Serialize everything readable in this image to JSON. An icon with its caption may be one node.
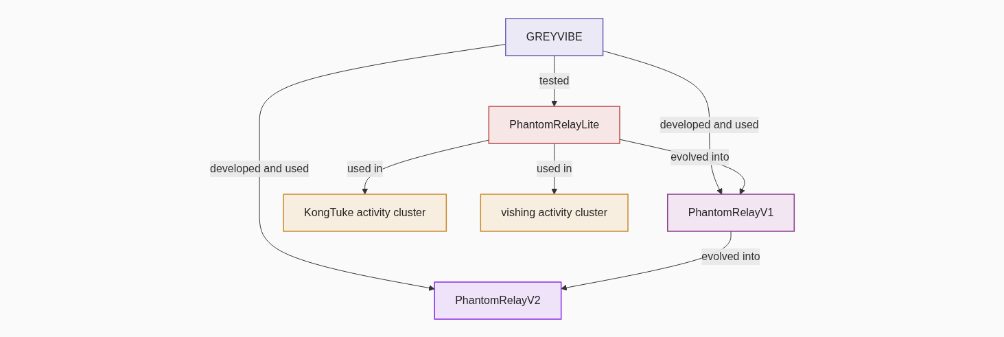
{
  "diagram": {
    "nodes": [
      {
        "text": [
          "GREYVIBE"
        ]
      },
      {
        "text": [
          "PhantomRelayLite"
        ]
      },
      {
        "text": [
          "PhantomRelayV1"
        ]
      },
      {
        "text": [
          "PhantomRelayV2"
        ]
      },
      {
        "text": [
          "KongTuke activity cluster"
        ]
      },
      {
        "text": [
          "vishing activity cluster"
        ]
      }
    ],
    "edges": [
      {
        "from": 0,
        "to": 1,
        "arrow": "to",
        "label": "tested"
      },
      {
        "from": 0,
        "to": 2,
        "arrow": "to",
        "label": "developed and used"
      },
      {
        "from": 0,
        "to": 3,
        "arrow": "to",
        "label": "developed and used"
      },
      {
        "from": 1,
        "to": 2,
        "arrow": "to",
        "label": "evolved into"
      },
      {
        "from": 2,
        "to": 3,
        "arrow": "to",
        "label": "evolved into"
      },
      {
        "from": 1,
        "to": 4,
        "arrow": "to",
        "label": "used in"
      },
      {
        "from": 1,
        "to": 5,
        "arrow": "to",
        "label": "used in"
      }
    ]
  }
}
